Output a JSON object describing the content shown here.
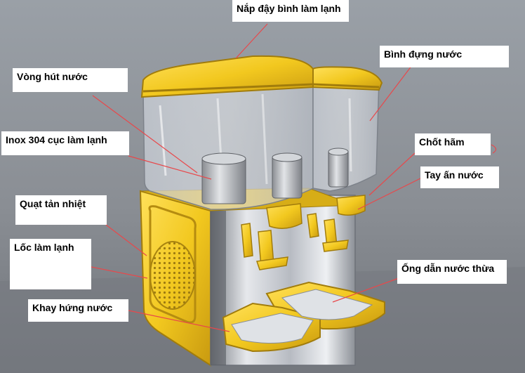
{
  "labels": {
    "lid": "Nắp đậy bình làm lạnh",
    "tank": "Bình đựng nước",
    "suction_ring": "Vòng hút nước",
    "inox_cooler": "Inox 304 cục làm lạnh",
    "lock_pin": "Chốt hãm",
    "push_handle": "Tay ấn nước",
    "cooling_fan": "Quạt tản nhiệt",
    "compressor": "Lốc làm lạnh",
    "overflow_pipe": "Ống dẫn nước thừa",
    "drip_tray": "Khay hứng nước"
  },
  "colors": {
    "background": "#8e9299",
    "machine_yellow": "#f2c81f",
    "leader_line": "#e8484b",
    "steel": "#c9ccd2"
  }
}
